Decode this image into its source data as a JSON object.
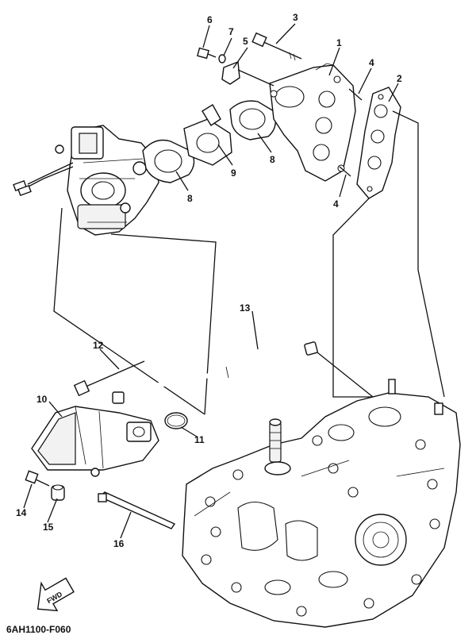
{
  "figure_code": "6AH1100-F060",
  "direction_label": "FWD",
  "callouts": {
    "c1": "1",
    "c2": "2",
    "c3": "3",
    "c4a": "4",
    "c4b": "4",
    "c5": "5",
    "c6": "6",
    "c7": "7",
    "c8a": "8",
    "c8b": "8",
    "c9": "9",
    "c10": "10",
    "c11": "11",
    "c12": "12",
    "c13": "13",
    "c14": "14",
    "c15": "15",
    "c16": "16"
  },
  "icons": {
    "direction": "fwd-arrow-icon"
  }
}
